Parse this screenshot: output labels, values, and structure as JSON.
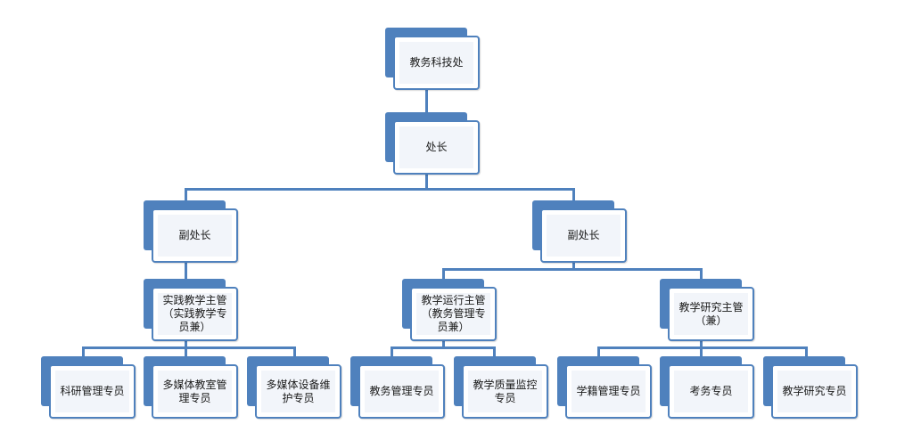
{
  "diagram": {
    "root": "教务科技处",
    "head": "处长",
    "deputy_left": "副处长",
    "deputy_right": "副处长",
    "mgr_practice": "实践教学主管\n（实践教学专\n员兼）",
    "mgr_operation": "教学运行主管\n（教务管理专\n员兼）",
    "mgr_research": "教学研究主管\n（兼）",
    "staff_research_admin": "科研管理专员",
    "staff_media_room": "多媒体教室管\n理专员",
    "staff_media_device": "多媒体设备维\n护专员",
    "staff_academic_admin": "教务管理专员",
    "staff_quality": "教学质量监控\n专员",
    "staff_records": "学籍管理专员",
    "staff_exam": "考务专员",
    "staff_teaching_research": "教学研究专员"
  },
  "colors": {
    "accent": "#4f81bd",
    "node_fill": "#f2f5fa"
  }
}
